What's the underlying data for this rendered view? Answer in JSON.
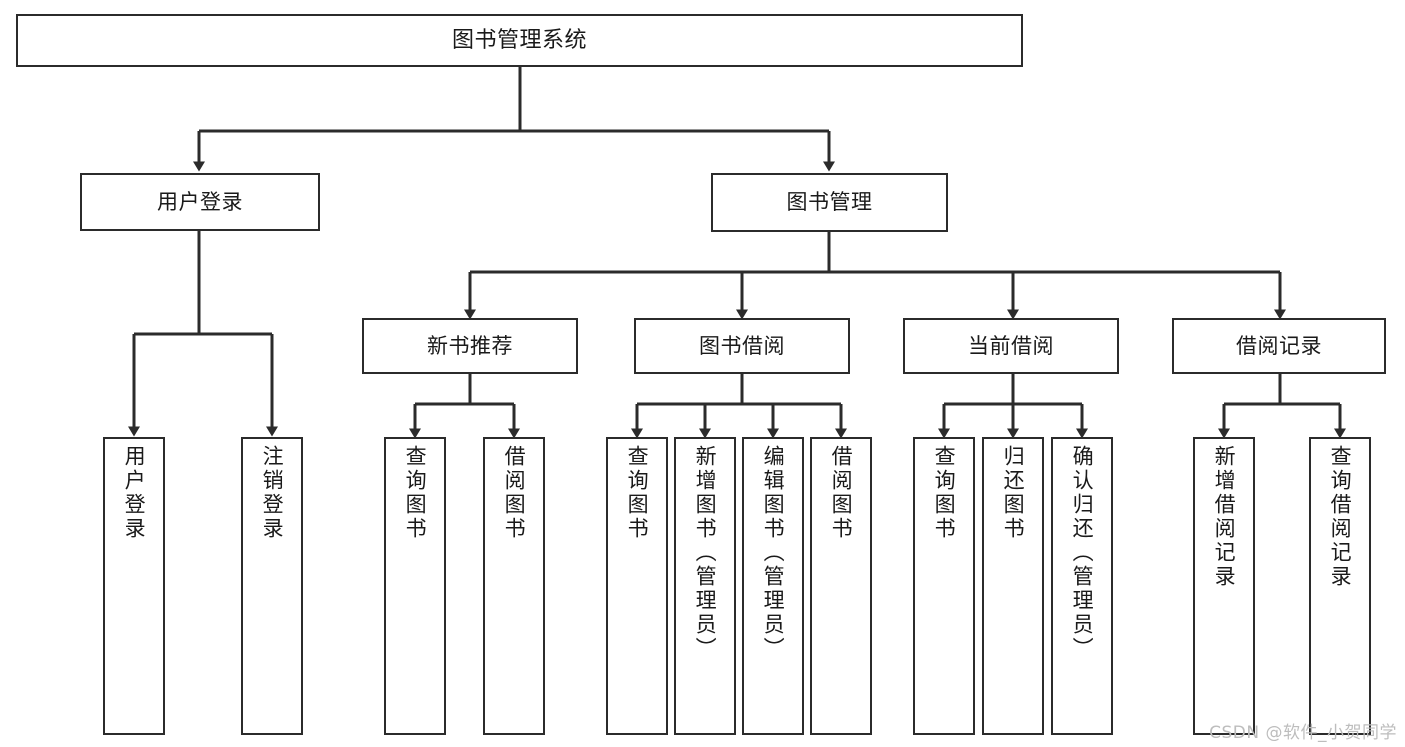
{
  "diagram": {
    "title": "图书管理系统",
    "type": "tree-hierarchy",
    "watermark": "CSDN @软件_小贺同学",
    "colors": {
      "background": "#ffffff",
      "box_border": "#2b2b2b",
      "box_fill": "#ffffff",
      "text": "#1a1a1a",
      "connector": "#2b2b2b",
      "watermark": "#bdbdbd"
    },
    "levels": {
      "root": "图书管理系统",
      "level2": [
        "用户登录",
        "图书管理"
      ],
      "level3": [
        "新书推荐",
        "图书借阅",
        "当前借阅",
        "借阅记录"
      ]
    },
    "nodes": {
      "root": {
        "label": "图书管理系统"
      },
      "user_login": {
        "label": "用户登录"
      },
      "book_manage": {
        "label": "图书管理"
      },
      "new_book_rec": {
        "label": "新书推荐"
      },
      "book_borrow": {
        "label": "图书借阅"
      },
      "current_borrow": {
        "label": "当前借阅"
      },
      "borrow_record": {
        "label": "借阅记录"
      }
    },
    "leaves": {
      "user_login": [
        {
          "label": "用户登录"
        },
        {
          "label": "注销登录"
        }
      ],
      "new_book_rec": [
        {
          "label": "查询图书"
        },
        {
          "label": "借阅图书"
        }
      ],
      "book_borrow": [
        {
          "label": "查询图书"
        },
        {
          "label": "新增图书（管理员）"
        },
        {
          "label": "编辑图书（管理员）"
        },
        {
          "label": "借阅图书"
        }
      ],
      "current_borrow": [
        {
          "label": "查询图书"
        },
        {
          "label": "归还图书"
        },
        {
          "label": "确认归还（管理员）"
        }
      ],
      "borrow_record": [
        {
          "label": "新增借阅记录"
        },
        {
          "label": "查询借阅记录"
        }
      ]
    }
  }
}
